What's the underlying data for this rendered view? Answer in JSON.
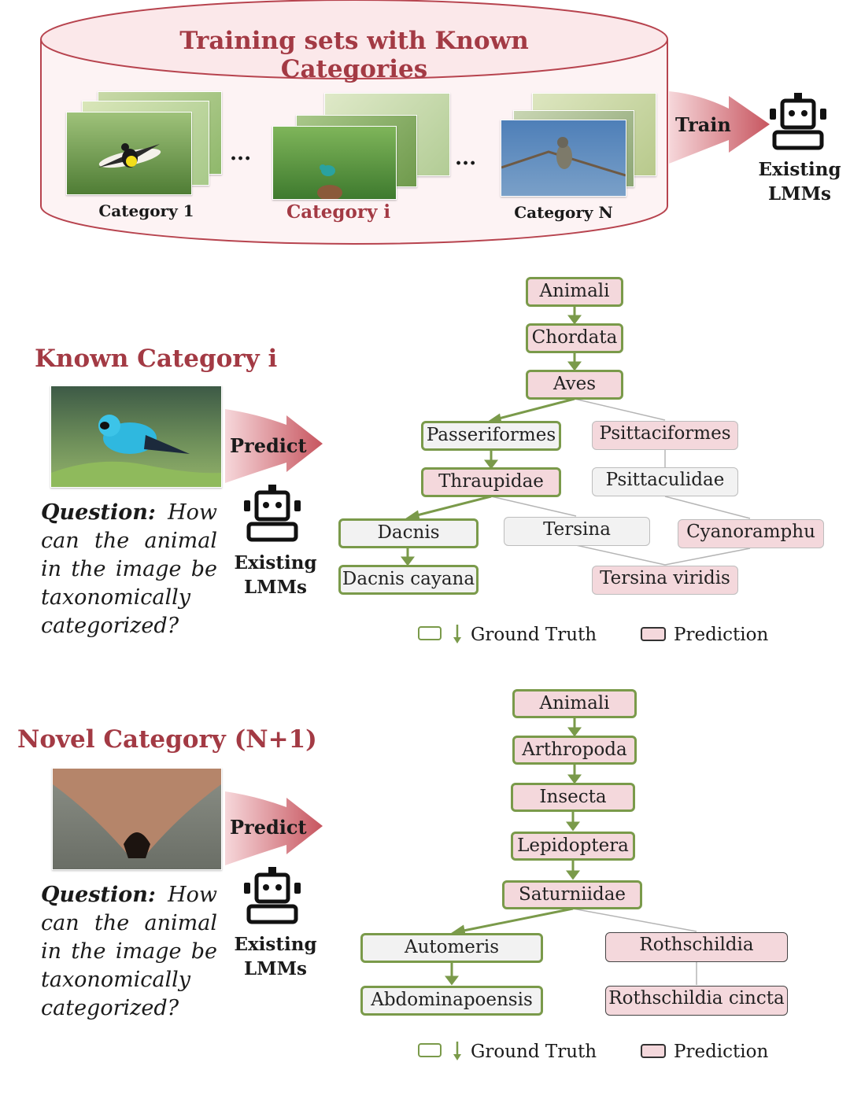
{
  "colors": {
    "accent": "#a33a44",
    "ground_truth": "#7a9a4a",
    "prediction_fill": "#f4d8dc",
    "neutral_fill": "#f2f2f2"
  },
  "training": {
    "title": "Training sets with Known Categories",
    "categories": [
      "Category 1",
      "Category i",
      "Category N"
    ],
    "ellipsis": "...",
    "train_label": "Train",
    "model_label_1": "Existing",
    "model_label_2": "LMMs",
    "robot_icon": "robot-icon"
  },
  "known": {
    "title": "Known Category i",
    "predict_label": "Predict",
    "model_label_1": "Existing",
    "model_label_2": "LMMs",
    "question_lead": "Question:",
    "question_text": "How can the animal in the image be taxonomically categorized?",
    "tree": {
      "animali": "Animali",
      "chordata": "Chordata",
      "aves": "Aves",
      "passeriformes": "Passeriformes",
      "psittaciformes": "Psittaciformes",
      "thraupidae": "Thraupidae",
      "psittaculidae": "Psittaculidae",
      "dacnis": "Dacnis",
      "tersina": "Tersina",
      "cyanoramphu": "Cyanoramphu",
      "dacnis_cayana": "Dacnis cayana",
      "tersina_viridis": "Tersina viridis"
    },
    "legend": {
      "ground_truth": "Ground Truth",
      "prediction": "Prediction"
    }
  },
  "novel": {
    "title": "Novel Category (N+1)",
    "predict_label": "Predict",
    "model_label_1": "Existing",
    "model_label_2": "LMMs",
    "question_lead": "Question:",
    "question_text": "How can the animal in the image be taxonomically categorized?",
    "tree": {
      "animali": "Animali",
      "arthropoda": "Arthropoda",
      "insecta": "Insecta",
      "lepidoptera": "Lepidoptera",
      "saturniidae": "Saturniidae",
      "automeris": "Automeris",
      "rothschildia": "Rothschildia",
      "abdominapoensis": "Abdominapoensis",
      "rothschildia_cincta": "Rothschildia cincta"
    },
    "legend": {
      "ground_truth": "Ground Truth",
      "prediction": "Prediction"
    }
  }
}
